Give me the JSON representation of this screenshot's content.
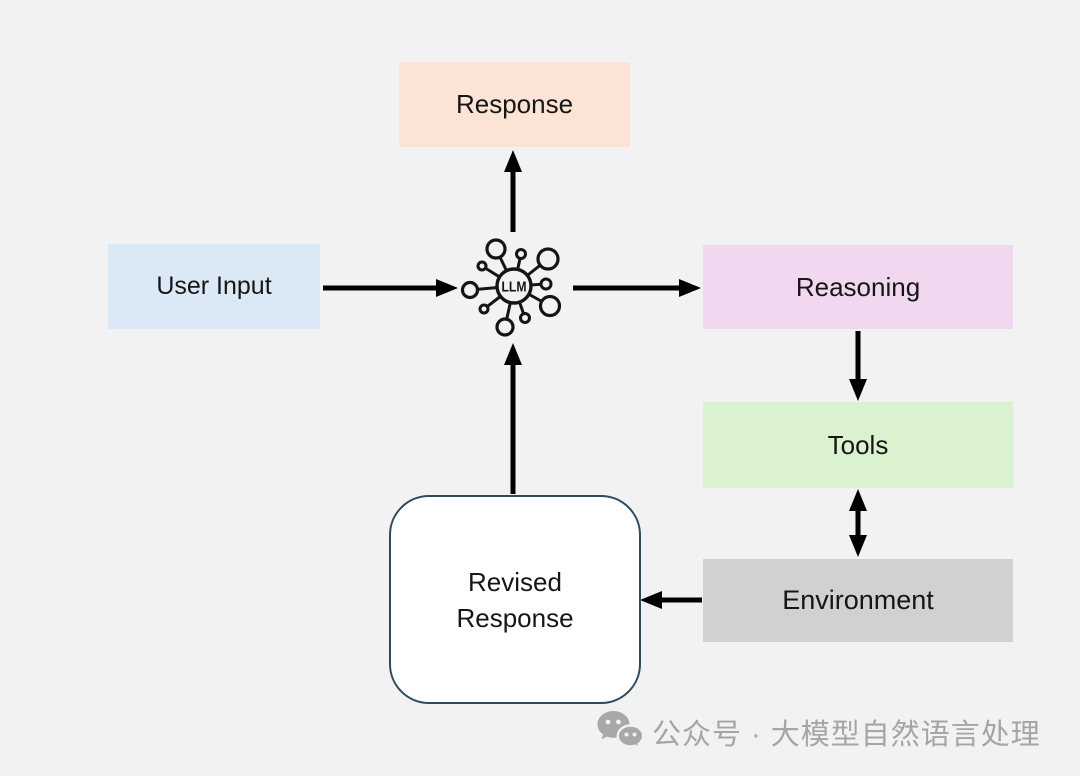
{
  "page": {
    "background": "#F2F2F2",
    "text_color": "#161616"
  },
  "diagram": {
    "arrow_color": "#000000",
    "nodes": [
      {
        "id": "response",
        "label": "Response",
        "color": "#FBE3D6"
      },
      {
        "id": "user_input",
        "label": "User Input",
        "color": "#DAE9F5"
      },
      {
        "id": "reasoning",
        "label": "Reasoning",
        "color": "#F2D7F0"
      },
      {
        "id": "tools",
        "label": "Tools",
        "color": "#DAF2CF"
      },
      {
        "id": "environment",
        "label": "Environment",
        "color": "#D1D1D1"
      },
      {
        "id": "revised_response",
        "label": "Revised\nResponse",
        "color": "#FFFFFF",
        "border_color": "#2E4A5E"
      }
    ],
    "llm_node": {
      "label": "LLM",
      "icon": "llm-network-icon",
      "color": "#141414"
    },
    "edges": [
      {
        "from": "user_input",
        "to": "llm",
        "direction": "right"
      },
      {
        "from": "llm",
        "to": "reasoning",
        "direction": "right"
      },
      {
        "from": "llm",
        "to": "response",
        "direction": "up"
      },
      {
        "from": "revised_response",
        "to": "llm",
        "direction": "up"
      },
      {
        "from": "reasoning",
        "to": "tools",
        "direction": "down"
      },
      {
        "from": "tools",
        "to": "environment",
        "direction": "both"
      },
      {
        "from": "environment",
        "to": "revised_response",
        "direction": "left"
      }
    ]
  },
  "watermark": {
    "icon": "wechat-icon",
    "text": "公众号 · 大模型自然语言处理",
    "color": "#A5A5A5",
    "icon_color": "#A8A8A8"
  }
}
